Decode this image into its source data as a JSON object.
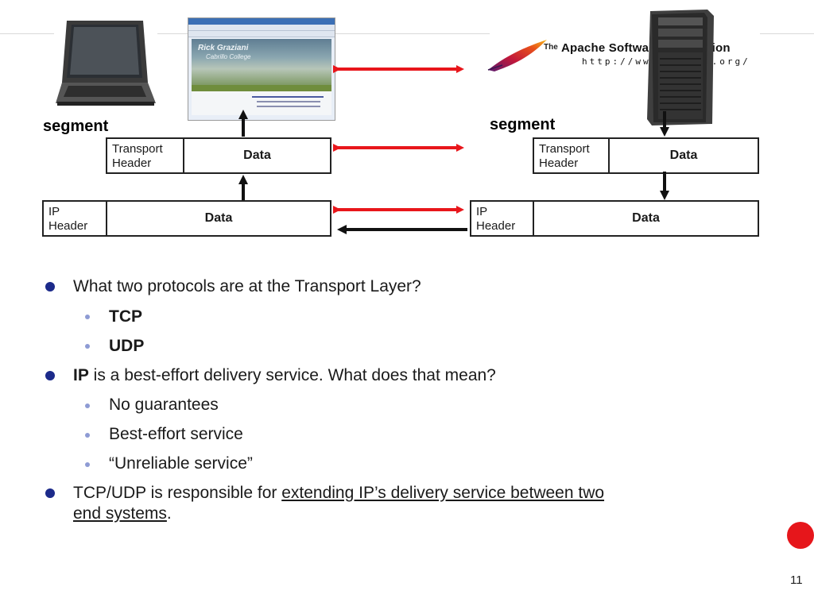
{
  "apache": {
    "the": "The",
    "name": "Apache Software Foundation",
    "url": "http://www.apache.org/"
  },
  "browser": {
    "title_line1": "Rick Graziani",
    "title_line2": "Cabrillo College"
  },
  "diagram": {
    "left_segment_label": "segment",
    "right_segment_label": "segment",
    "transport_header_line1": "Transport",
    "transport_header_line2": "Header",
    "ip_header_line1": "IP",
    "ip_header_line2": "Header",
    "data_label": "Data"
  },
  "bullets": [
    {
      "text": "What two protocols are at the Transport Layer?",
      "sub": [
        "TCP",
        "UDP"
      ]
    },
    {
      "bold": "IP",
      "text": " is a best-effort delivery service. What does that mean?",
      "sub": [
        "No guarantees",
        "Best-effort service",
        "“Unreliable service”"
      ]
    },
    {
      "text_before": "TCP/UDP is responsible for ",
      "underlined_1": "extending IP’s delivery service between two",
      "underlined_2": "end systems",
      "text_after": "."
    }
  ],
  "page_number": "11",
  "colors": {
    "arrow_red": "#e8161b",
    "bullet_blue": "#1c2a8a",
    "sub_bullet": "#8e9bd4",
    "corner_dot": "#e6161b"
  }
}
